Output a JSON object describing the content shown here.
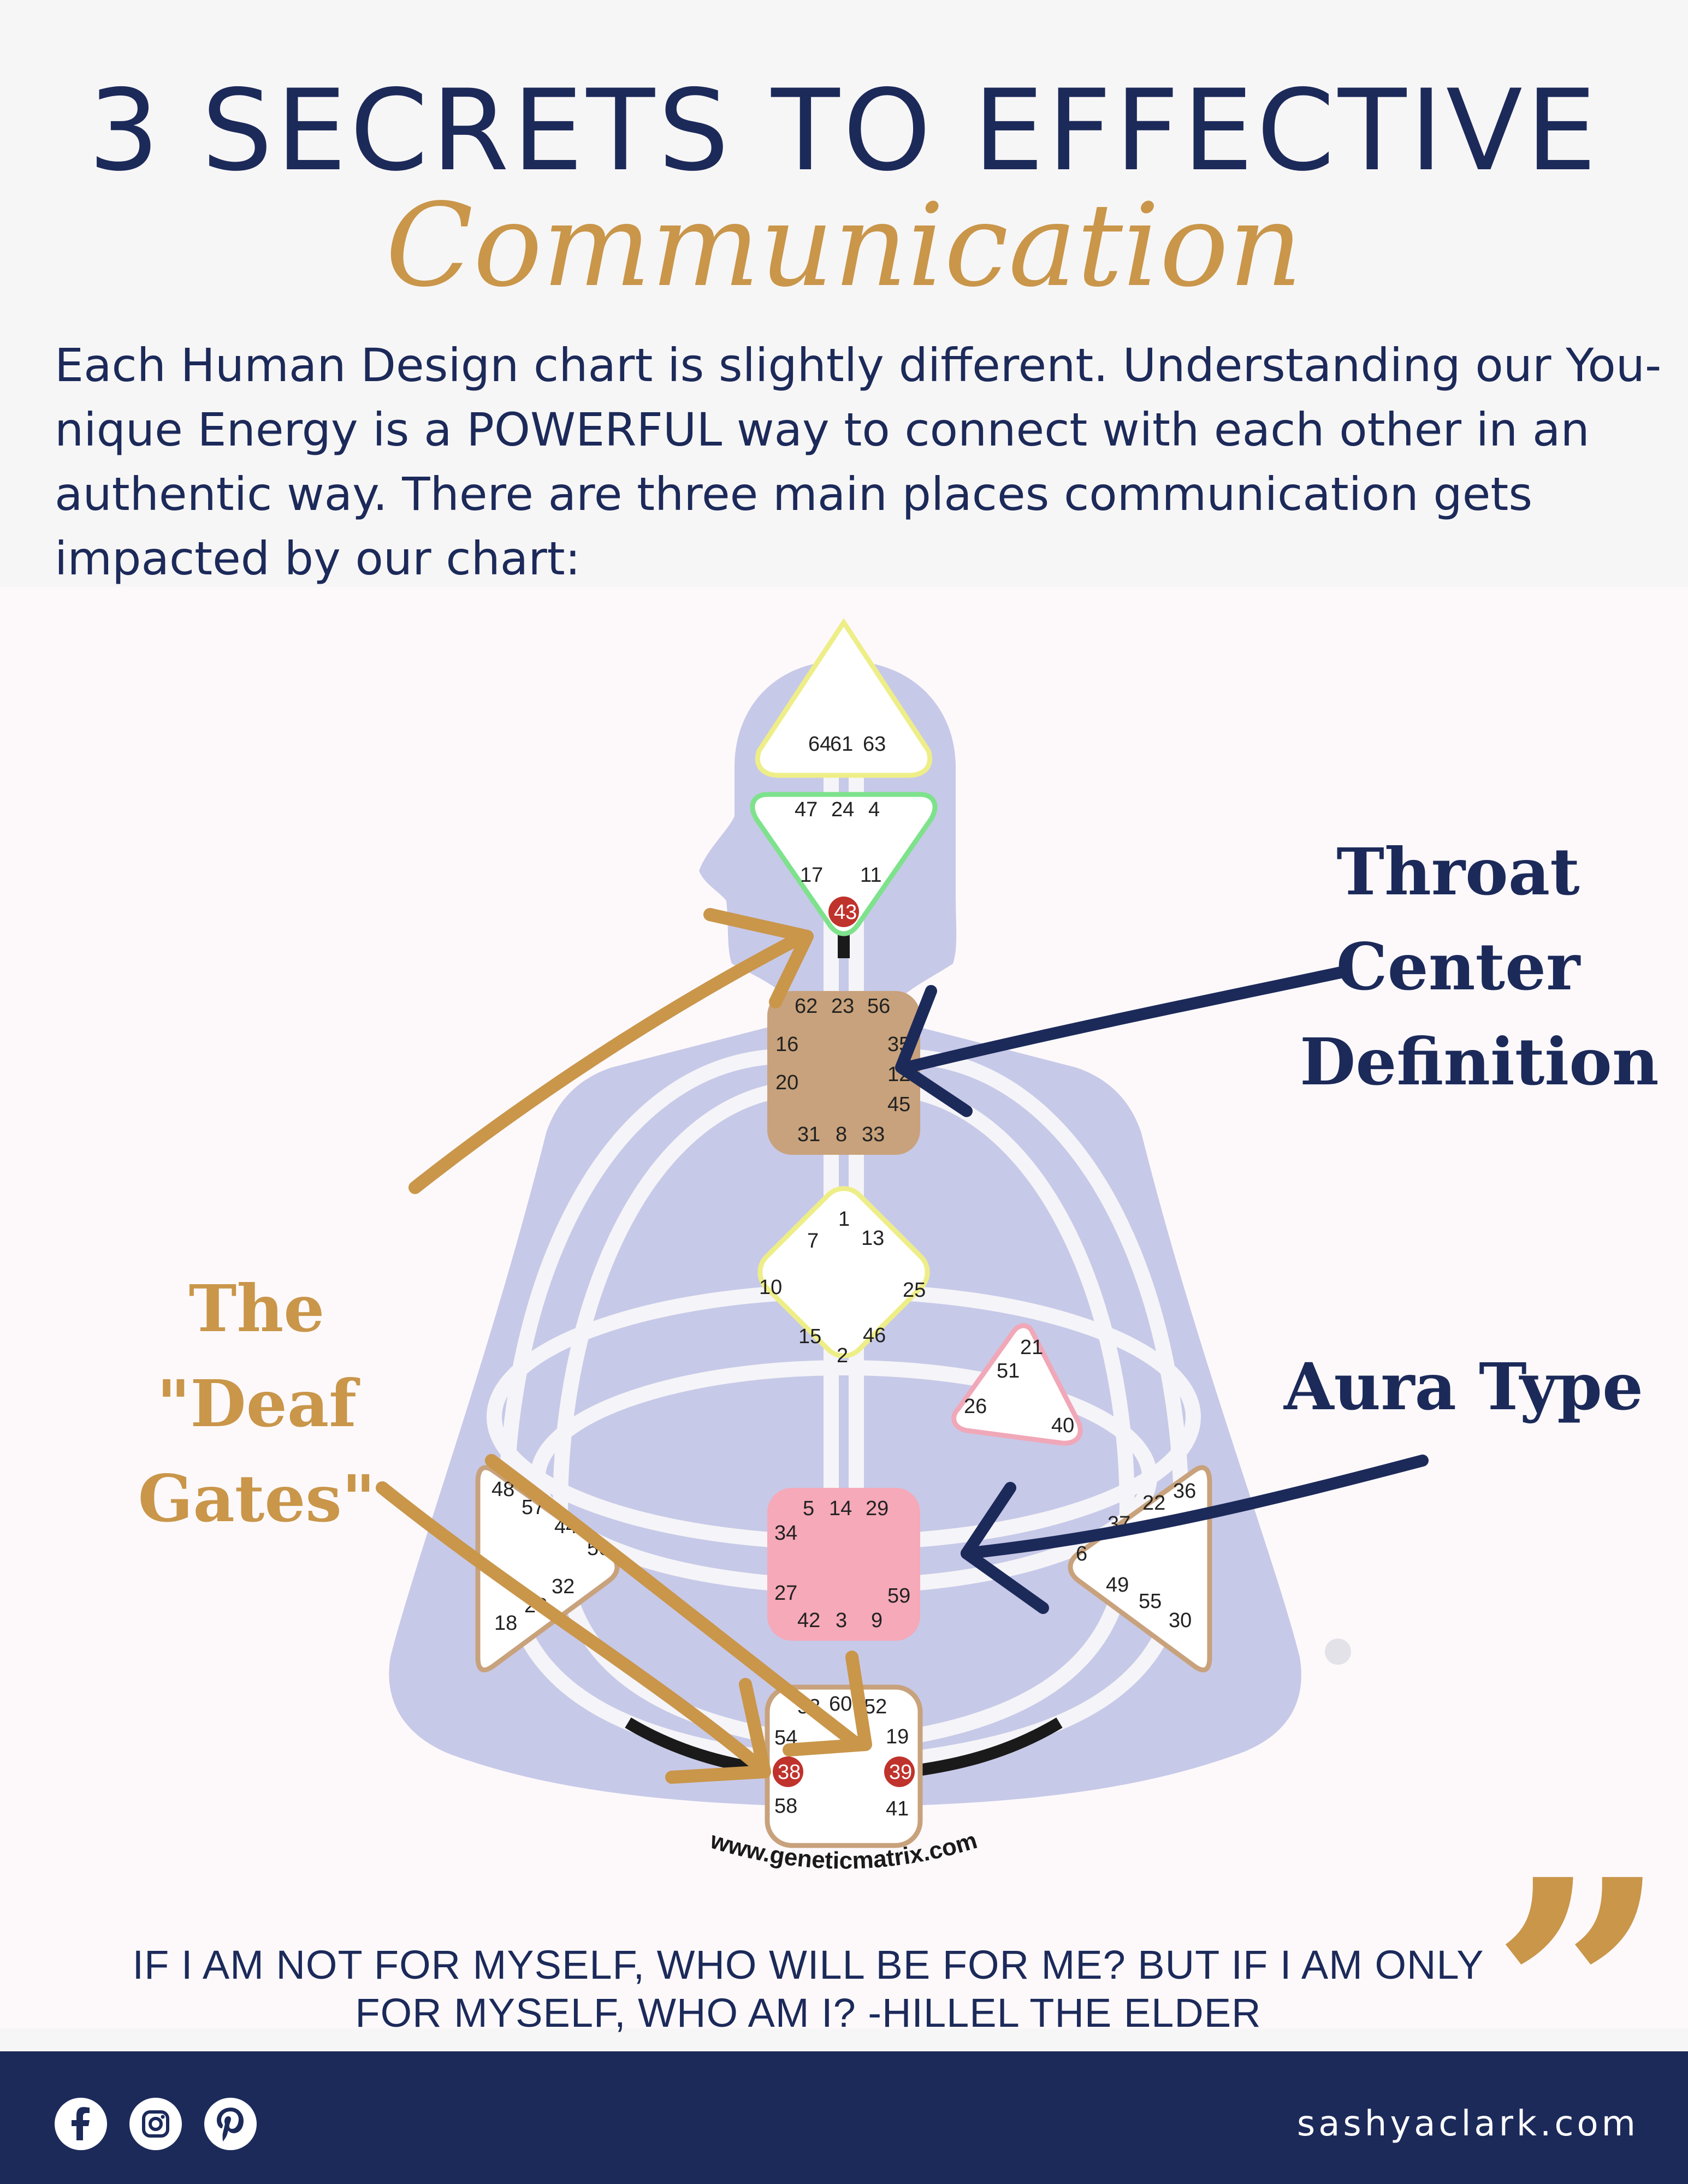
{
  "header": {
    "title": "3 SECRETS TO EFFECTIVE",
    "script_word": "Communication"
  },
  "intro_text": "Each Human Design chart is slightly different.  Understanding our You-nique Energy is a POWERFUL way to connect with each other in an authentic way.  There are three main places communication gets impacted by our chart:",
  "chart": {
    "watermark": "www.geneticmatrix.com",
    "centers": {
      "head": [
        "64",
        "61",
        "63"
      ],
      "ajna": [
        "47",
        "24",
        "4",
        "17",
        "11",
        "43"
      ],
      "throat": [
        "62",
        "23",
        "56",
        "16",
        "35",
        "20",
        "12",
        "45",
        "31",
        "8",
        "33"
      ],
      "g": [
        "1",
        "7",
        "13",
        "10",
        "25",
        "15",
        "46",
        "2"
      ],
      "heart": [
        "21",
        "51",
        "26",
        "40"
      ],
      "spleen": [
        "48",
        "57",
        "44",
        "50",
        "32",
        "28",
        "18"
      ],
      "sacral": [
        "5",
        "14",
        "29",
        "34",
        "27",
        "59",
        "42",
        "3",
        "9"
      ],
      "solar_plexus": [
        "22",
        "36",
        "37",
        "6",
        "49",
        "55",
        "30"
      ],
      "root": [
        "53",
        "60",
        "52",
        "54",
        "19",
        "38",
        "39",
        "58",
        "41"
      ]
    },
    "highlighted_gates": [
      "43",
      "38",
      "39"
    ],
    "colors": {
      "navy": "#1c2a5a",
      "gold": "#c9964a",
      "body": "#c7c9e8",
      "throat_fill": "#c8a27c",
      "sacral_fill": "#f6a9b8",
      "gate_red": "#c0322c"
    }
  },
  "annotations": {
    "throat": "Throat Center Definition",
    "aura": "Aura Type",
    "deaf": "The \"Deaf Gates\""
  },
  "quote": {
    "line1": "IF I AM NOT FOR MYSELF, WHO WILL BE FOR ME? BUT IF I AM ONLY",
    "line2": "FOR MYSELF, WHO AM I?   -HILLEL THE ELDER",
    "mark": "”"
  },
  "footer": {
    "icons": [
      "facebook-icon",
      "instagram-icon",
      "pinterest-icon"
    ],
    "site": "sashyaclark.com"
  }
}
